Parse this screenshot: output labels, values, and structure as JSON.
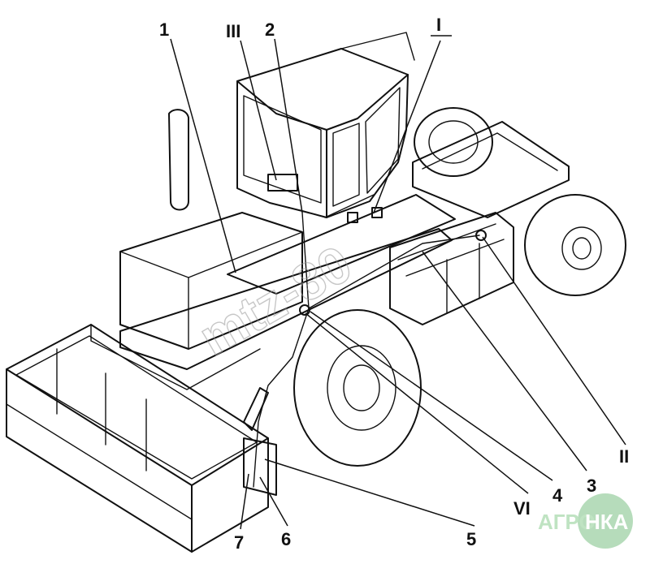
{
  "diagram": {
    "callouts": [
      {
        "id": "c1",
        "text": "1"
      },
      {
        "id": "cIII",
        "text": "III"
      },
      {
        "id": "c2",
        "text": "2"
      },
      {
        "id": "cI",
        "text": "I"
      },
      {
        "id": "cII",
        "text": "II"
      },
      {
        "id": "c3",
        "text": "3"
      },
      {
        "id": "c4",
        "text": "4"
      },
      {
        "id": "cVI",
        "text": "VI"
      },
      {
        "id": "c5",
        "text": "5"
      },
      {
        "id": "c6",
        "text": "6"
      },
      {
        "id": "c7",
        "text": "7"
      }
    ]
  },
  "watermark": {
    "text": "mtz-80"
  },
  "logo": {
    "left": "АГРО",
    "right": "НКА",
    "color": "#2e9a3b"
  },
  "colors": {
    "ink": "#111111",
    "background": "#ffffff"
  }
}
